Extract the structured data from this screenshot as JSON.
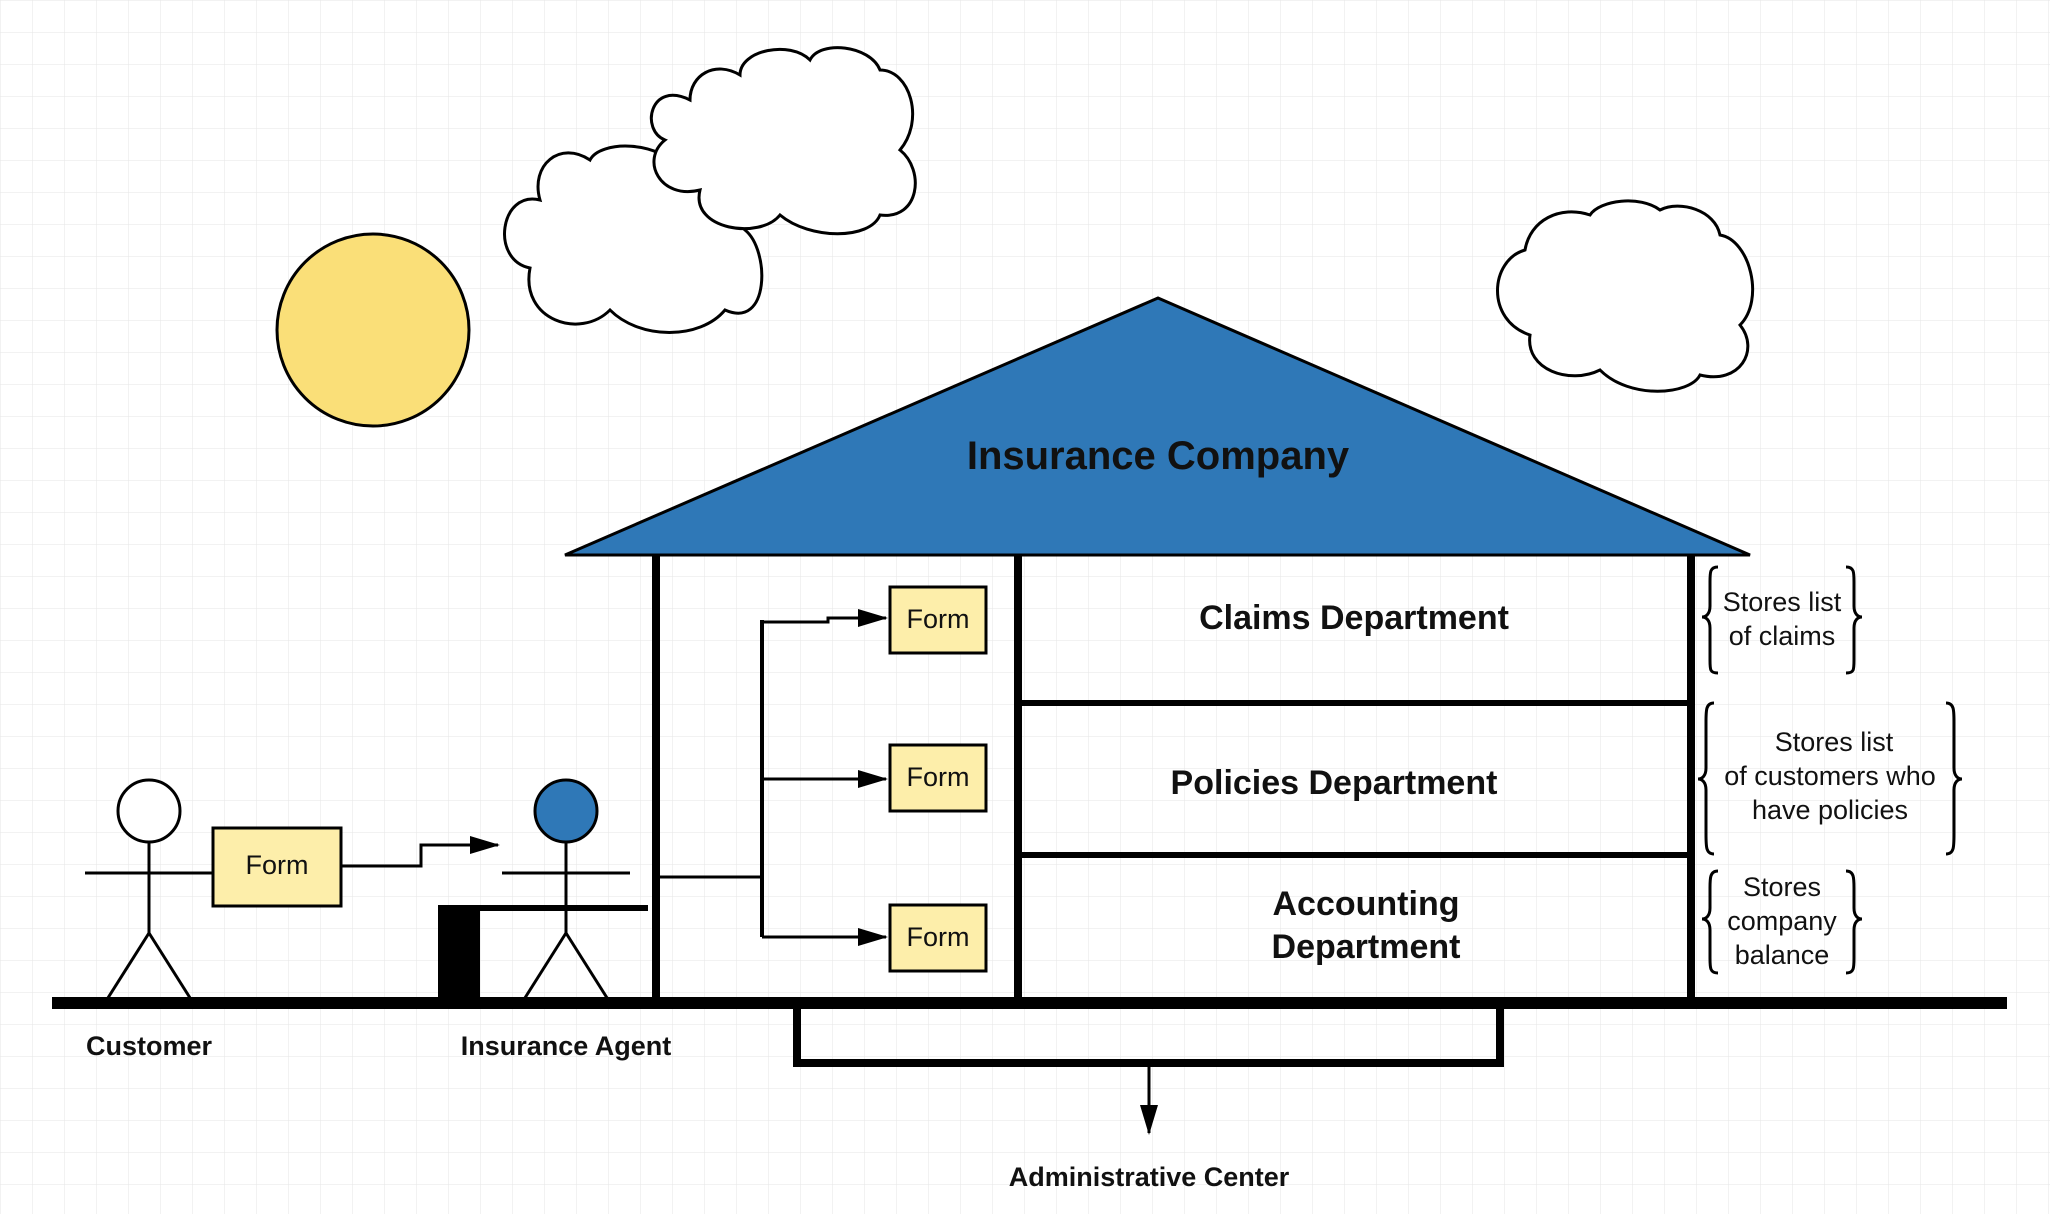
{
  "title": "Insurance Company",
  "colors": {
    "roof": "#2f78b7",
    "sun": "#fadf78",
    "form_fill": "#fdeeaa",
    "agent_head": "#2f78b7",
    "grid": "#e6e6e6",
    "line": "#000000"
  },
  "actors": {
    "customer": "Customer",
    "agent": "Insurance Agent"
  },
  "forms": {
    "customer_form": "Form",
    "claims_form": "Form",
    "policies_form": "Form",
    "accounting_form": "Form"
  },
  "departments": {
    "claims": "Claims Department",
    "policies": "Policies Department",
    "accounting_line1": "Accounting",
    "accounting_line2": "Department"
  },
  "notes": {
    "claims": [
      "Stores list",
      "of claims"
    ],
    "policies": [
      "Stores list",
      "of customers who",
      "have policies"
    ],
    "accounting": [
      "Stores",
      "company",
      "balance"
    ]
  },
  "admin_center": "Administrative Center"
}
